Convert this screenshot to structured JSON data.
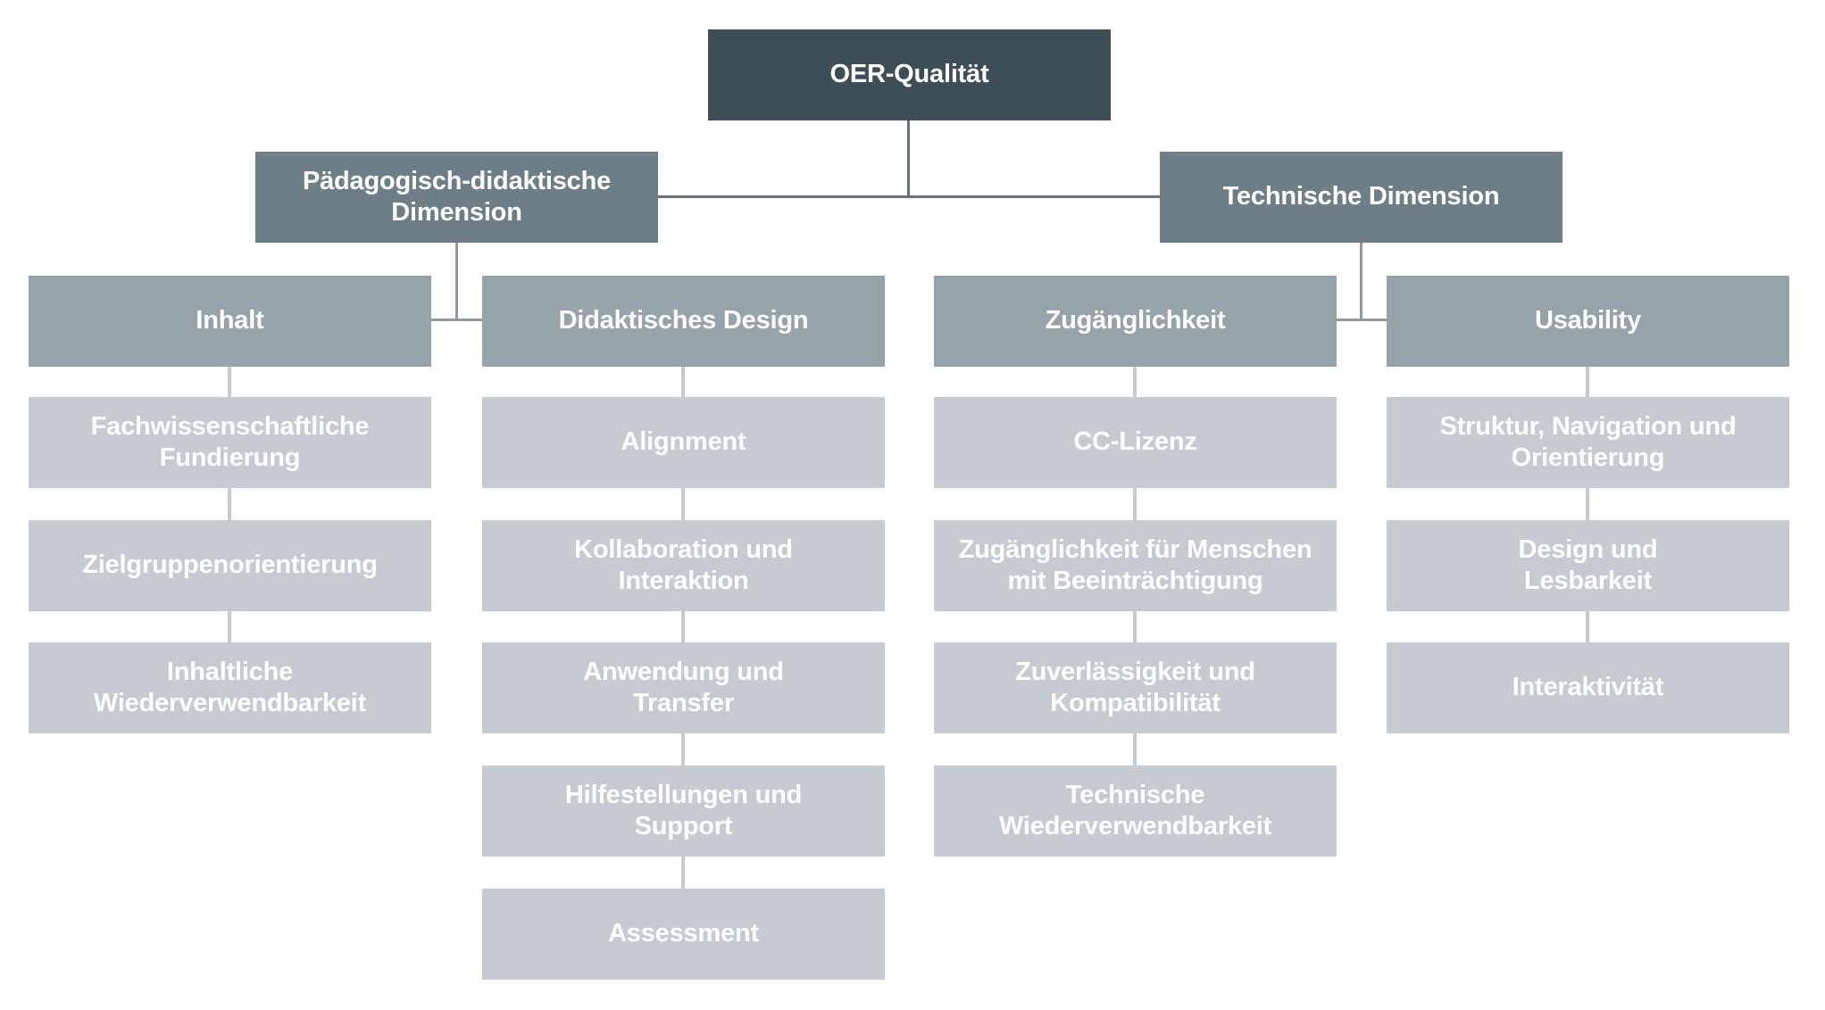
{
  "diagram_title": "OER-Qualität",
  "colors": {
    "level1": "#3e4e57",
    "level2": "#6d7e86",
    "level3": "#96a3ab",
    "level4": "#c5cbd1",
    "conn_dark": "#64747d",
    "conn_mid": "#8d9aa2",
    "conn_light": "#c5cbd1",
    "text": "#ffffff",
    "background": "#ffffff"
  },
  "nodes": {
    "root": {
      "label": "OER-Qualität"
    },
    "dim_paedagogisch": {
      "label": "Pädagogisch-didaktische\nDimension"
    },
    "dim_technisch": {
      "label": "Technische Dimension"
    },
    "inhalt": {
      "label": "Inhalt"
    },
    "didaktisches_design": {
      "label": "Didaktisches Design"
    },
    "zugaenglichkeit": {
      "label": "Zugänglichkeit"
    },
    "usability": {
      "label": "Usability"
    },
    "inhalt_1": {
      "label": "Fachwissenschaftliche\nFundierung"
    },
    "inhalt_2": {
      "label": "Zielgruppenorientierung"
    },
    "inhalt_3": {
      "label": "Inhaltliche\nWiederverwendbarkeit"
    },
    "didaktik_1": {
      "label": "Alignment"
    },
    "didaktik_2": {
      "label": "Kollaboration und\nInteraktion"
    },
    "didaktik_3": {
      "label": "Anwendung und\nTransfer"
    },
    "didaktik_4": {
      "label": "Hilfestellungen und\nSupport"
    },
    "didaktik_5": {
      "label": "Assessment"
    },
    "zugaenglichkeit_1": {
      "label": "CC-Lizenz"
    },
    "zugaenglichkeit_2": {
      "label": "Zugänglichkeit für Menschen\nmit Beeinträchtigung"
    },
    "zugaenglichkeit_3": {
      "label": "Zuverlässigkeit und\nKompatibilität"
    },
    "zugaenglichkeit_4": {
      "label": "Technische\nWiederverwendbarkeit"
    },
    "usability_1": {
      "label": "Struktur, Navigation und\nOrientierung"
    },
    "usability_2": {
      "label": "Design und\nLesbarkeit"
    },
    "usability_3": {
      "label": "Interaktivität"
    }
  },
  "hierarchy": {
    "OER-Qualität": {
      "Pädagogisch-didaktische Dimension": {
        "Inhalt": [
          "Fachwissenschaftliche Fundierung",
          "Zielgruppenorientierung",
          "Inhaltliche Wiederverwendbarkeit"
        ],
        "Didaktisches Design": [
          "Alignment",
          "Kollaboration und Interaktion",
          "Anwendung und Transfer",
          "Hilfestellungen und Support",
          "Assessment"
        ]
      },
      "Technische Dimension": {
        "Zugänglichkeit": [
          "CC-Lizenz",
          "Zugänglichkeit für Menschen mit Beeinträchtigung",
          "Zuverlässigkeit und Kompatibilität",
          "Technische Wiederverwendbarkeit"
        ],
        "Usability": [
          "Struktur, Navigation und Orientierung",
          "Design und Lesbarkeit",
          "Interaktivität"
        ]
      }
    }
  }
}
